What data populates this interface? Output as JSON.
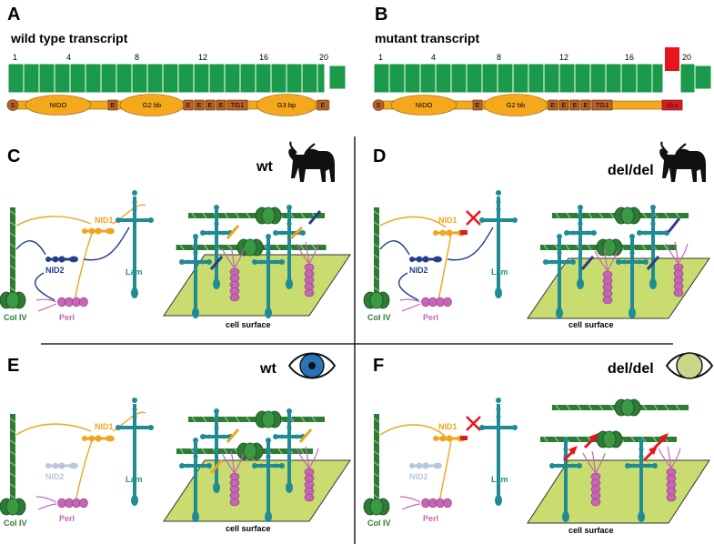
{
  "panels": {
    "A": {
      "letter": "A",
      "title": "wild type transcript",
      "exon_numbers": [
        "1",
        "4",
        "8",
        "12",
        "16",
        "20"
      ],
      "domains": {
        "s": "S",
        "nido": "NIDO",
        "e1": "E",
        "g2": "G2 bb",
        "e2": "E",
        "e3": "E",
        "e4": "E",
        "e5": "E",
        "tg1": "TG1",
        "g3": "G3 bp",
        "e6": "E"
      }
    },
    "B": {
      "letter": "B",
      "title": "mutant transcript",
      "exon_numbers": [
        "1",
        "4",
        "8",
        "12",
        "16",
        "20"
      ],
      "domains": {
        "s": "S",
        "nido": "NIDO",
        "e1": "E",
        "g2": "G2 bb",
        "e2": "E",
        "e3": "E",
        "e4": "E",
        "e5": "E",
        "tg1": "TG1",
        "mut": "Mut"
      }
    },
    "C": {
      "letter": "C",
      "genotype": "wt"
    },
    "D": {
      "letter": "D",
      "genotype": "del/del"
    },
    "E": {
      "letter": "E",
      "genotype": "wt"
    },
    "F": {
      "letter": "F",
      "genotype": "del/del"
    }
  },
  "molecules": {
    "nid1": "NID1",
    "nid2": "NID2",
    "lam": "Lam",
    "perl": "Perl",
    "col4": "Col IV"
  },
  "surface_label": "cell surface",
  "colors": {
    "exon": "#1a9a4a",
    "mutant_exon": "#e8141c",
    "domain_orange": "#f5a81c",
    "domain_brown": "#b9622a",
    "mut_red": "#d41f26",
    "col4": "#2d7b35",
    "laminin": "#1f8c95",
    "nid1": "#f0a51e",
    "nid2": "#233f8a",
    "nid2_faded": "#b8c7d9",
    "perlecan": "#c765b5",
    "surface": "#c9dc6f",
    "eye_blue": "#2a73b8",
    "eye_faded": "#c8d88a"
  },
  "icons": {
    "bull": "bull-icon",
    "eye": "eye-icon",
    "deletion_mark": "x-icon",
    "arrow": "arrow-icon"
  }
}
